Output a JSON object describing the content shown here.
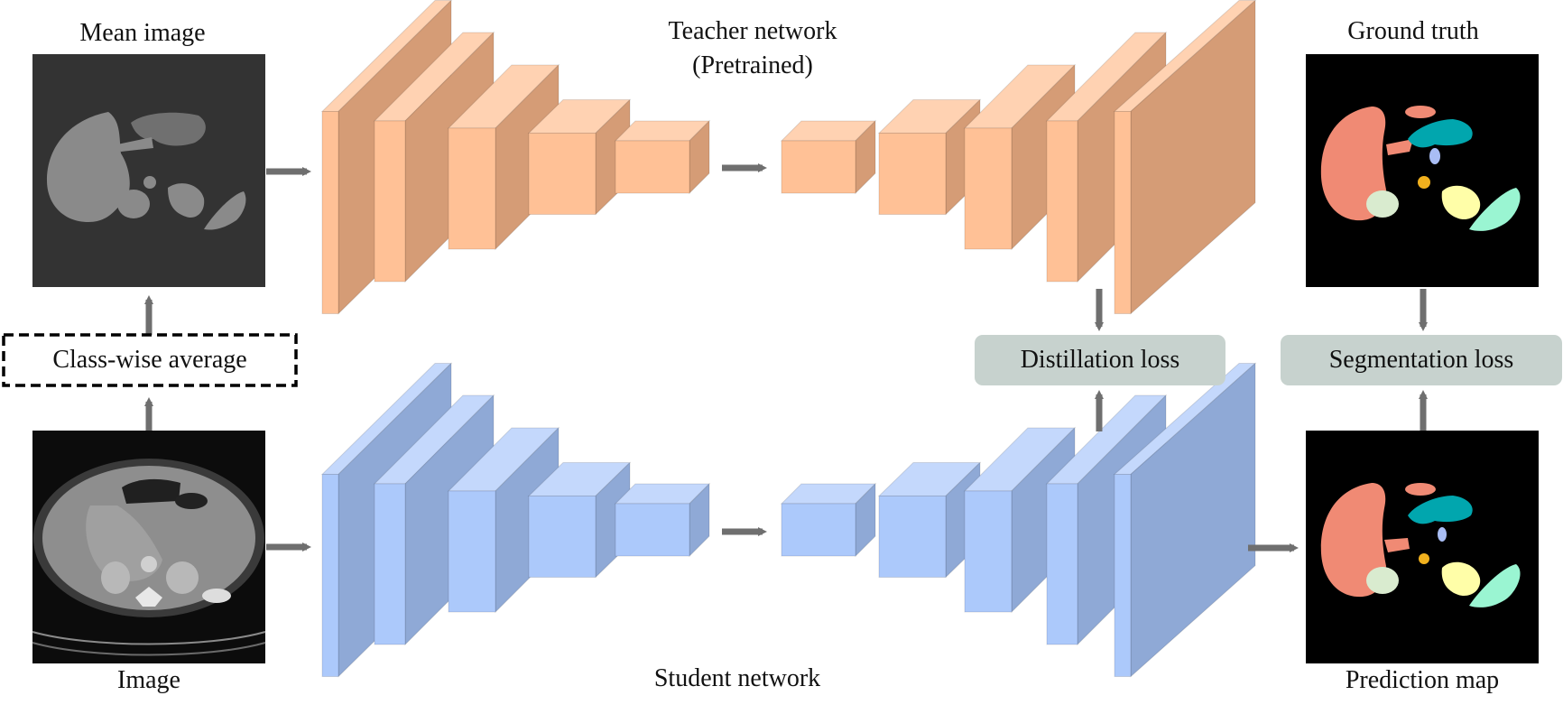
{
  "labels": {
    "mean_image": "Mean image",
    "image": "Image",
    "teacher_title": "Teacher network",
    "teacher_sub": "(Pretrained)",
    "student_title": "Student network",
    "ground_truth": "Ground truth",
    "prediction_map": "Prediction map"
  },
  "boxes": {
    "class_avg": "Class-wise average",
    "distillation": "Distillation loss",
    "segmentation": "Segmentation loss"
  },
  "colors": {
    "teacher_front": "#FFC196",
    "teacher_side": "#D59C76",
    "teacher_top": "#FFD2B2",
    "student_front": "#ACC9FB",
    "student_side": "#8FA9D6",
    "student_top": "#C4D8FC",
    "arrow": "#6F6F6F",
    "loss_box": "#C7D2CE",
    "liver": "#F08A74",
    "stomach": "#01A6AE",
    "spleen_gt": "#9AF5D2",
    "kidney_r": "#D9EBCF",
    "kidney_l": "#FFFEA8",
    "aorta": "#F1B11E",
    "vessel": "#A9BDF4"
  }
}
